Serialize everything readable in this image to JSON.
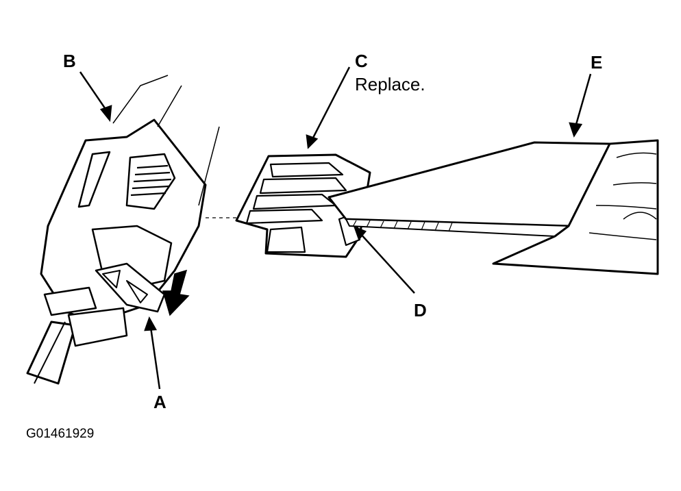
{
  "labels": {
    "a": "A",
    "b": "B",
    "c": "C",
    "d": "D",
    "e": "E"
  },
  "notes": {
    "c_action": "Replace."
  },
  "figure_id": "G01461929"
}
